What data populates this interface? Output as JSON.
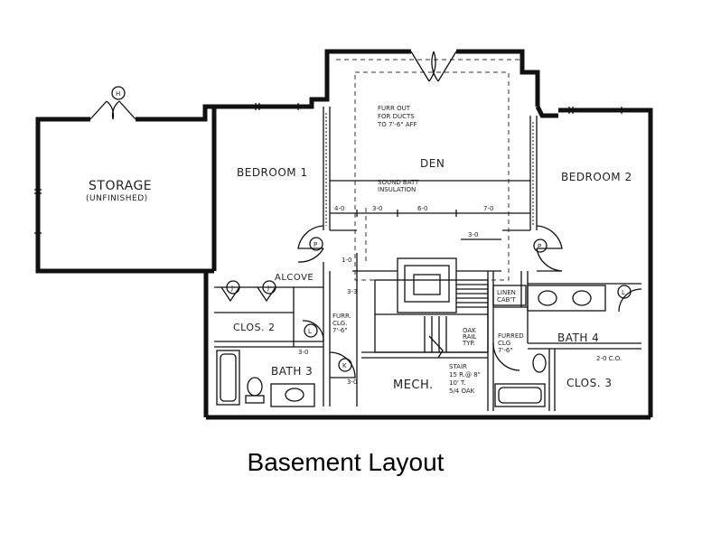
{
  "caption": "Basement Layout",
  "rooms": {
    "storage": "STORAGE",
    "storage_note": "(UNFINISHED)",
    "bedroom1": "BEDROOM 1",
    "den": "DEN",
    "bedroom2": "BEDROOM 2",
    "alcove": "ALCOVE",
    "clos2": "CLOS. 2",
    "bath3": "BATH 3",
    "mech": "MECH.",
    "bath4": "BATH 4",
    "clos3": "CLOS. 3"
  },
  "notes": {
    "fur_out_1": "FURR OUT",
    "fur_out_2": "FOR DUCTS",
    "fur_out_3": "TO 7'-6\" AFF",
    "sound_1": "SOUND BATT",
    "sound_2": "INSULATION",
    "furr_clg_1": "FURR.",
    "furr_clg_2": "CLG.",
    "furr_clg_3": "7'-6\"",
    "furred_clg_1": "FURRED",
    "furred_clg_2": "CLG",
    "furred_clg_3": "7'-6\"",
    "oak_1": "OAK",
    "oak_2": "RAIL",
    "oak_3": "TYP.",
    "stair_1": "STAIR",
    "stair_2": "15 R.@ 8\"",
    "stair_3": "10' T.",
    "stair_4": "5/4 OAK",
    "linen_1": "LINEN",
    "linen_2": "CAB'T",
    "occ": "2-0 C.O."
  },
  "dimensions": {
    "d1": "4-0",
    "d2": "3-0",
    "d3": "6-0",
    "d4": "7-0",
    "d5": "3-0",
    "d6": "3-0",
    "d7": "1-0",
    "d8": "3-3",
    "d9": "3-0"
  },
  "tags": {
    "h": "H",
    "j1": "J",
    "j2": "J",
    "p1": "P",
    "p2": "P",
    "l1": "L",
    "l2": "L",
    "k": "K"
  }
}
